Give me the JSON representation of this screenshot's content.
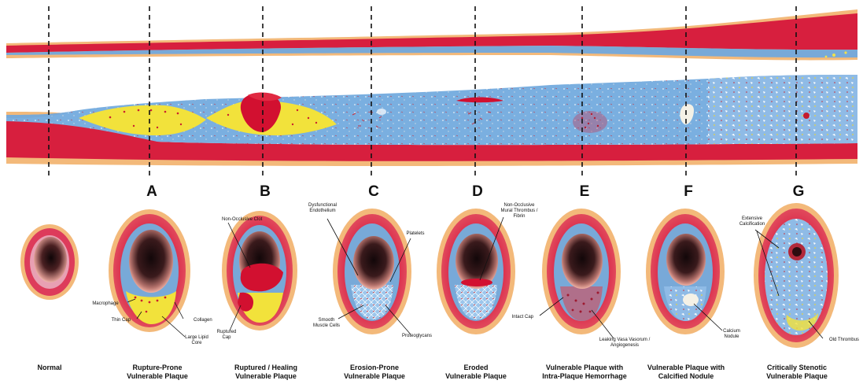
{
  "colors": {
    "adventitia": "#f3b97a",
    "media": "#d71f3e",
    "intima": "#76a9d8",
    "lipid": "#f2e23b",
    "thrombus": "#d21030",
    "lumen_dark": "#1c0d10",
    "lumen_pink": "#efb0a3"
  },
  "section_letters": [
    "A",
    "B",
    "C",
    "D",
    "E",
    "F",
    "G"
  ],
  "cross_sections": [
    {
      "id": "normal",
      "caption": [
        "Normal"
      ],
      "annotations": []
    },
    {
      "id": "rupture-prone",
      "caption": [
        "Rupture-Prone",
        "Vulnerable Plaque"
      ],
      "annotations": [
        [
          "Macrophage"
        ],
        [
          "Thin Cap"
        ],
        [
          "Collagen"
        ],
        [
          "Large Lipid",
          "Core"
        ]
      ]
    },
    {
      "id": "ruptured-healing",
      "caption": [
        "Ruptured / Healing",
        "Vulnerable Plaque"
      ],
      "annotations": [
        [
          "Non-Occlusive Clot"
        ],
        [
          "Ruptured",
          "Cap"
        ]
      ]
    },
    {
      "id": "erosion-prone",
      "caption": [
        "Erosion-Prone",
        "Vulnerable Plaque"
      ],
      "annotations": [
        [
          "Dysfunctional",
          "Endothelium"
        ],
        [
          "Platelets"
        ],
        [
          "Smooth",
          "Muscle Cells"
        ],
        [
          "Proteoglycans"
        ]
      ]
    },
    {
      "id": "eroded",
      "caption": [
        "Eroded",
        "Vulnerable Plaque"
      ],
      "annotations": [
        [
          "Non-Occlusive",
          "Mural Thrombus /",
          "Fibrin"
        ]
      ]
    },
    {
      "id": "intraplaque-hemorrhage",
      "caption": [
        "Vulnerable Plaque with",
        "Intra-Plaque Hemorrhage"
      ],
      "annotations": [
        [
          "Intact Cap"
        ],
        [
          "Leaking Vasa Vasorum /",
          "Angiogenesis"
        ]
      ]
    },
    {
      "id": "calcified-nodule",
      "caption": [
        "Vulnerable Plaque with",
        "Calcified Nodule"
      ],
      "annotations": [
        [
          "Calcium",
          "Nodule"
        ]
      ]
    },
    {
      "id": "critically-stenotic",
      "caption": [
        "Critically Stenotic",
        "Vulnerable Plaque"
      ],
      "annotations": [
        [
          "Extensive",
          "Calcification"
        ],
        [
          "Old Thrombus"
        ]
      ]
    }
  ]
}
